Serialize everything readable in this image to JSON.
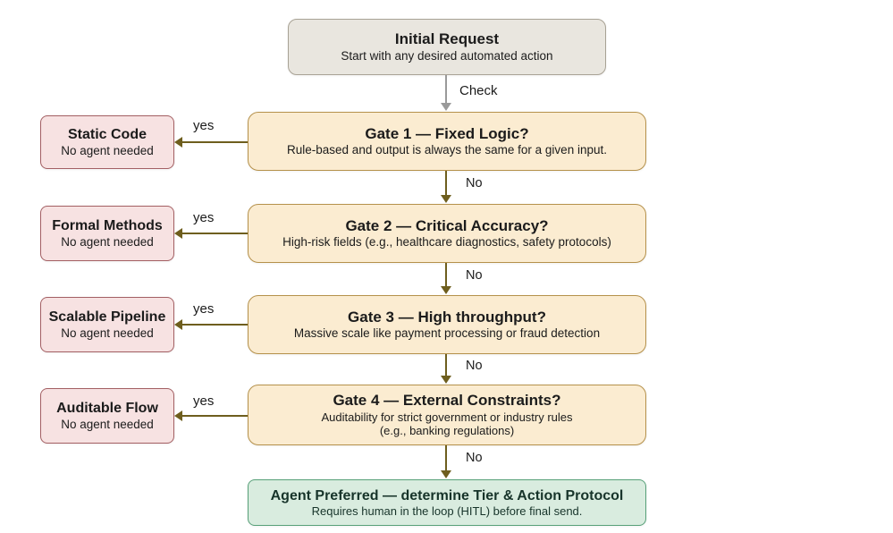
{
  "colors": {
    "page_bg": "#ffffff",
    "initial_bg": "#e9e6df",
    "initial_border": "#a8a295",
    "gate_bg": "#fbecd1",
    "gate_border": "#b5914b",
    "side_bg": "#f7e2e2",
    "side_border": "#a35f63",
    "final_bg": "#d9ecdf",
    "final_border": "#57a078",
    "arrow": "#6e5e1e",
    "arrow_gray": "#9a9a9a",
    "text": "#1b1b1b",
    "final_text": "#17342a"
  },
  "initial": {
    "title": "Initial Request",
    "subtitle": "Start with any desired automated action"
  },
  "check_label": "Check",
  "gates": [
    {
      "title": "Gate 1 — Fixed Logic?",
      "subtitle": "Rule-based and output is always the same for a given input.",
      "yes_label": "yes",
      "no_label": "No",
      "outcome": {
        "title": "Static Code",
        "subtitle": "No agent needed"
      }
    },
    {
      "title": "Gate 2 — Critical Accuracy?",
      "subtitle": "High-risk fields (e.g., healthcare diagnostics, safety protocols)",
      "yes_label": "yes",
      "no_label": "No",
      "outcome": {
        "title": "Formal Methods",
        "subtitle": "No agent needed"
      }
    },
    {
      "title": "Gate 3 — High throughput?",
      "subtitle": "Massive scale like payment processing or fraud detection",
      "yes_label": "yes",
      "no_label": "No",
      "outcome": {
        "title": "Scalable Pipeline",
        "subtitle": "No agent needed"
      }
    },
    {
      "title": "Gate 4 — External Constraints?",
      "subtitle": "Auditability for strict government or industry rules\n(e.g., banking regulations)",
      "yes_label": "yes",
      "no_label": "No",
      "outcome": {
        "title": "Auditable Flow",
        "subtitle": "No agent needed"
      }
    }
  ],
  "final": {
    "title": "Agent Preferred — determine Tier & Action Protocol",
    "subtitle": "Requires human in the loop (HITL) before final send."
  }
}
